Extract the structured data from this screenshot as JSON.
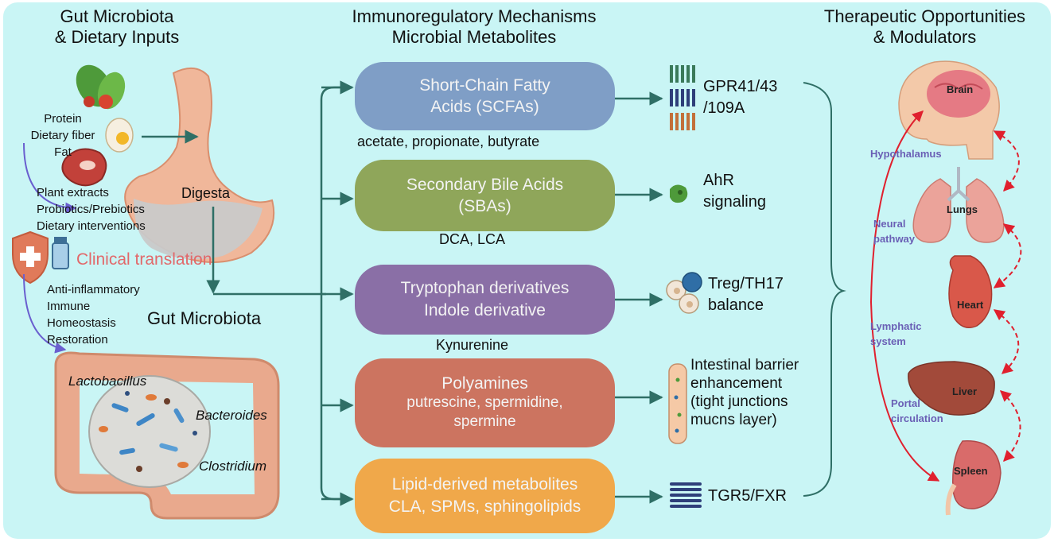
{
  "left": {
    "header_line1": "Gut Microbiota",
    "header_line2": "& Dietary Inputs",
    "nutrients": [
      "Protein",
      "Dietary fiber",
      "Fat"
    ],
    "interventions": [
      "Plant extracts",
      "Probiotics/Prebiotics",
      "Dietary interventions"
    ],
    "digesta": "Digesta",
    "clinical": "Clinical translation",
    "effects": [
      "Anti-inflammatory",
      "Immune",
      "Homeostasis",
      "Restoration"
    ],
    "gut_microbiota": "Gut Microbiota",
    "bacteria": [
      "Lactobacillus",
      "Bacteroides",
      "Clostridium"
    ]
  },
  "middle": {
    "header_line1": "Immunoregulatory Mechanisms",
    "header_line2": "Microbial Metabolites",
    "pills": [
      {
        "line1": "Short-Chain Fatty",
        "line2": "Acids (SCFAs)",
        "line3": "",
        "color": "#7f9ec6"
      },
      {
        "line1": "Secondary Bile Acids",
        "line2": "(SBAs)",
        "line3": "",
        "color": "#8fa65a"
      },
      {
        "line1": "Tryptophan derivatives",
        "line2": "Indole derivative",
        "line3": "",
        "color": "#8a6fa6"
      },
      {
        "line1": "Polyamines",
        "line2": "putrescine, spermidine,",
        "line3": "spermine",
        "color": "#cc7460"
      },
      {
        "line1": "Lipid-derived metabolites",
        "line2": "CLA, SPMs, sphingolipids",
        "line3": "",
        "color": "#f0a84a"
      }
    ],
    "subtexts": [
      "acetate, propionate, butyrate",
      "DCA, LCA",
      "Kynurenine"
    ]
  },
  "targets": {
    "gpr": [
      "GPR41/43",
      "/109A"
    ],
    "ahr": [
      "AhR",
      "signaling"
    ],
    "treg": [
      "Treg/TH17",
      "balance"
    ],
    "barrier": [
      "Intestinal barrier",
      "enhancement",
      "(tight junctions",
      "mucns layer)"
    ],
    "tgr": "TGR5/FXR"
  },
  "right": {
    "header_line1": "Therapeutic Opportunities",
    "header_line2": "& Modulators",
    "organs": [
      "Brain",
      "Lungs",
      "Heart",
      "Liver",
      "Spleen"
    ],
    "pathways": [
      {
        "line1": "Hypothalamus",
        "line2": ""
      },
      {
        "line1": "Neural",
        "line2": "pathway"
      },
      {
        "line1": "Lymphatic",
        "line2": "system"
      },
      {
        "line1": "Portal",
        "line2": "circulation"
      }
    ]
  },
  "colors": {
    "background": "#c9f5f5",
    "flow_arrow": "#2f6f66",
    "organ_arrow": "#e0202e",
    "clinical_text": "#e2686a",
    "pathway_text": "#6a5fb5",
    "gut": "#e9a98d"
  }
}
